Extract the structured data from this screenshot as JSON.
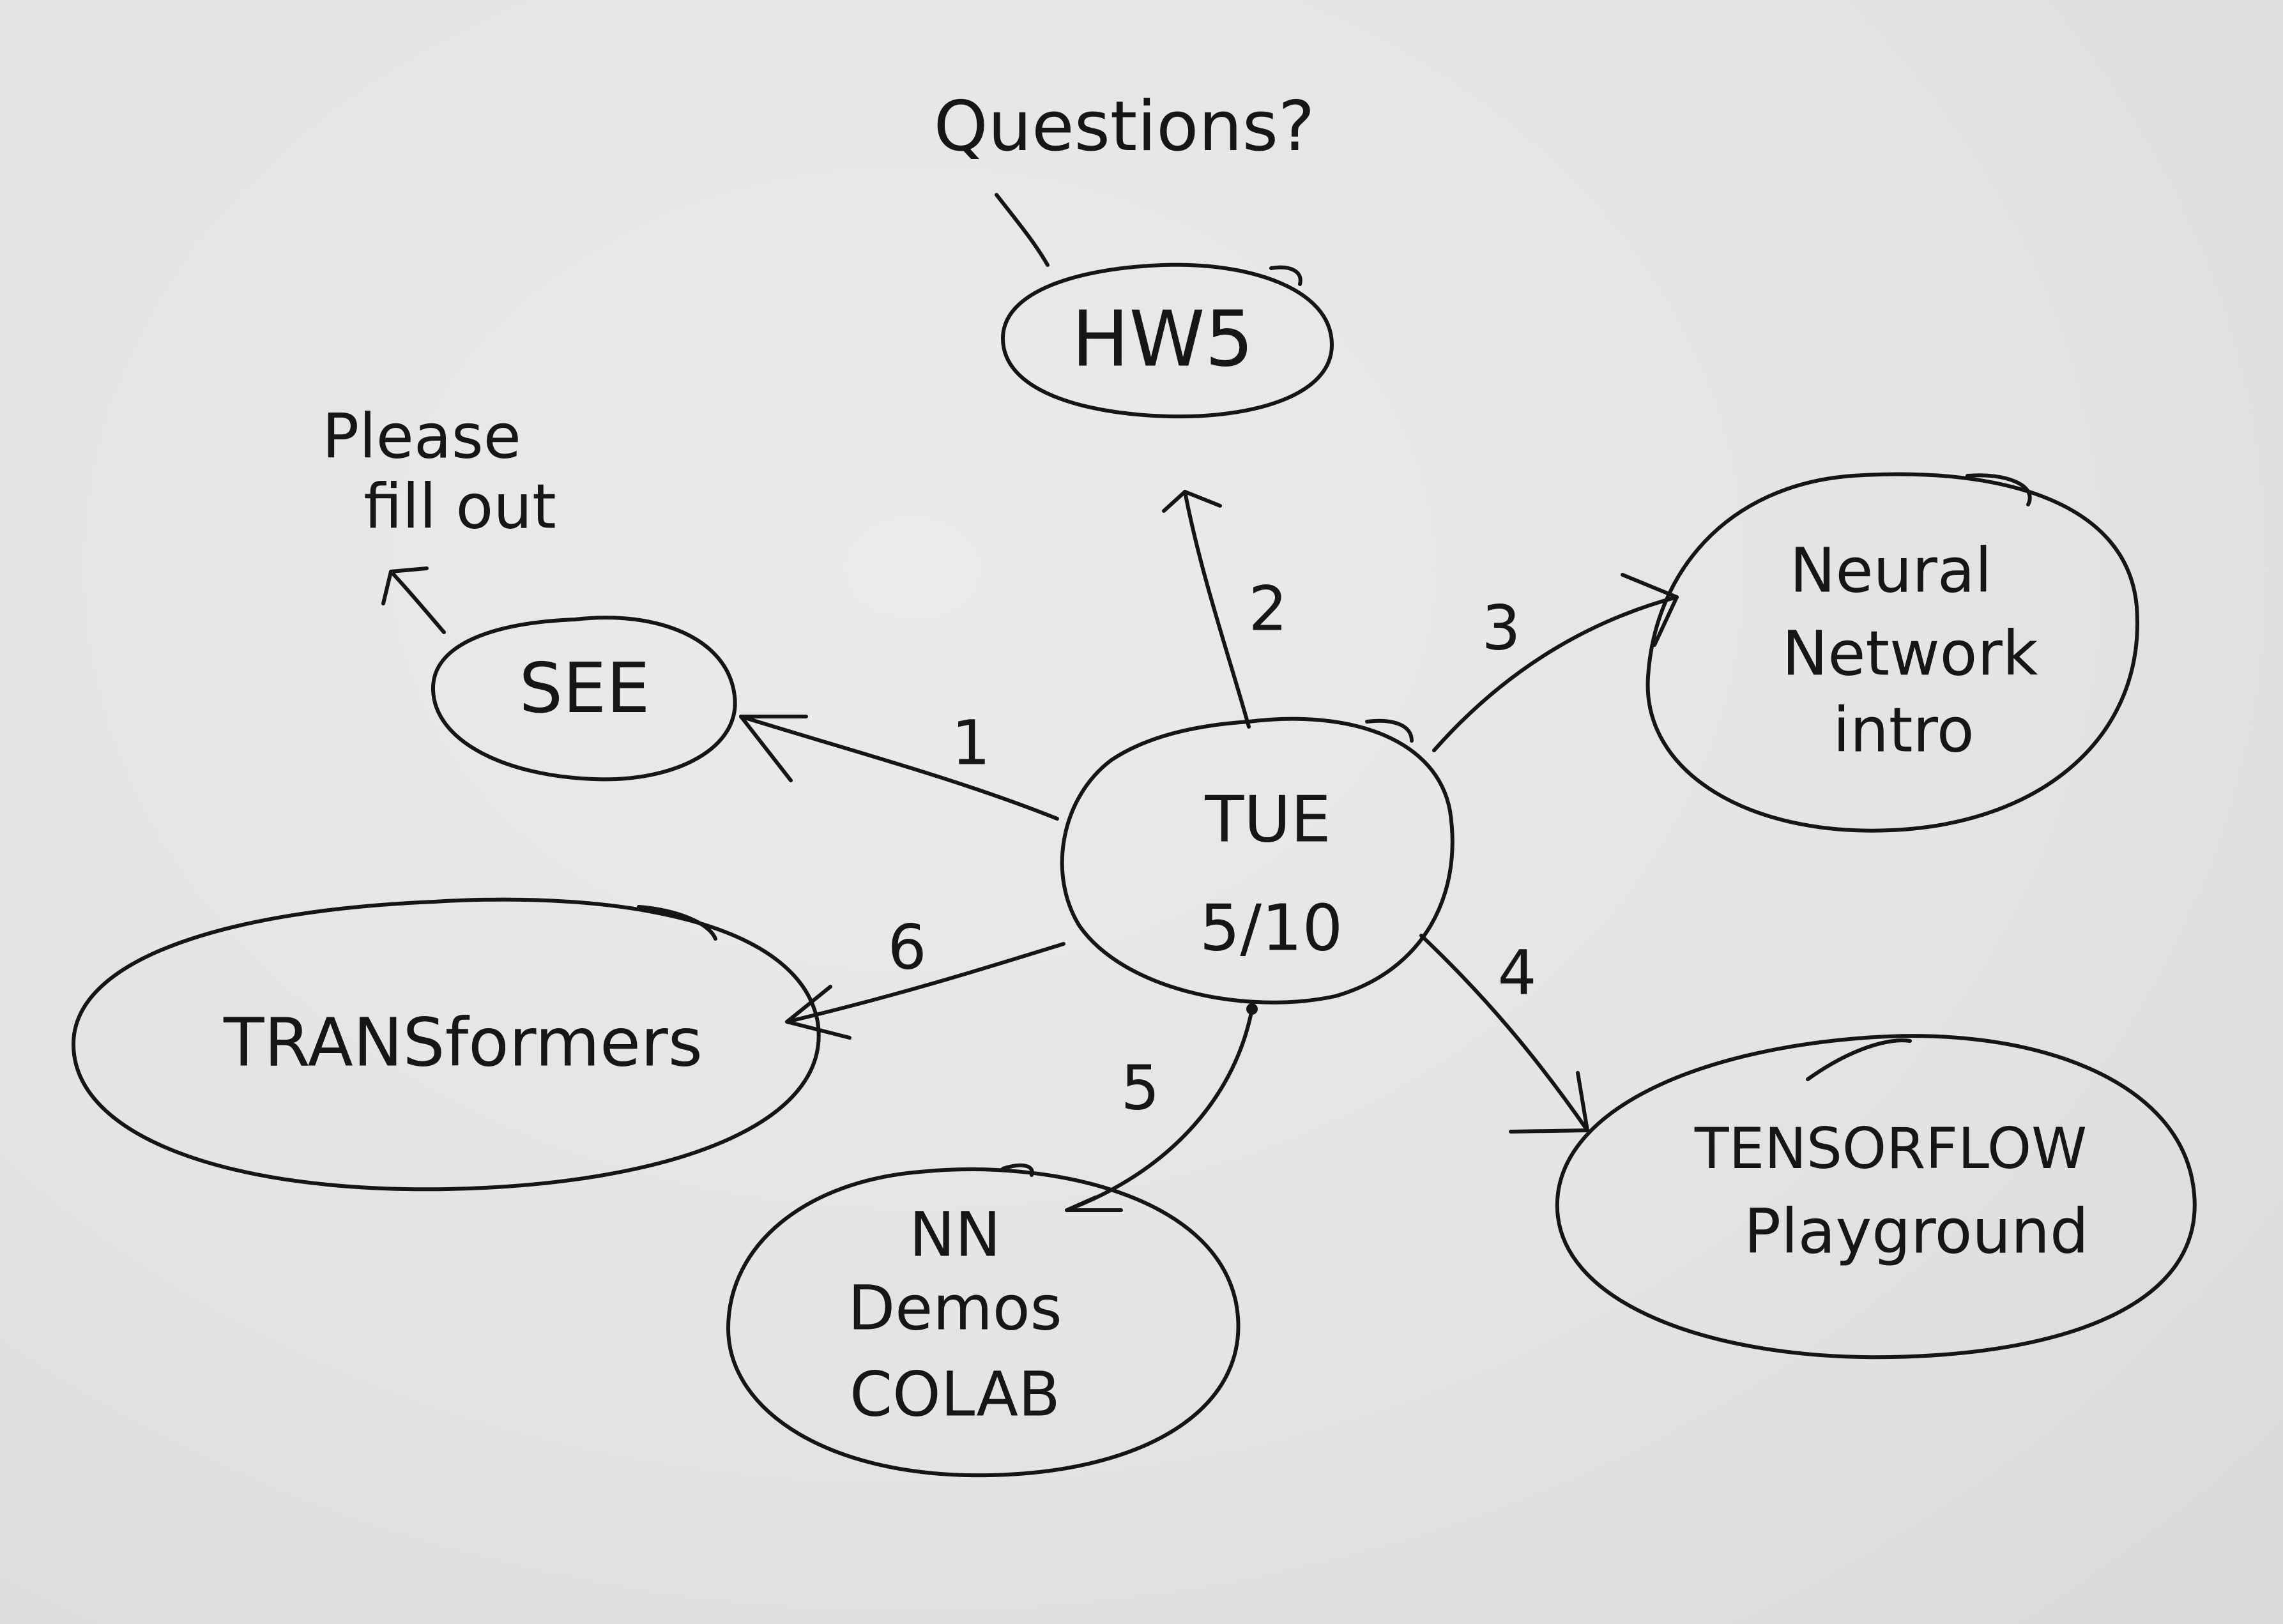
{
  "center": {
    "line1": "TUE",
    "line2": "5/10"
  },
  "branches": [
    {
      "number": "1",
      "node_text": "SEE",
      "note_line1": "Please",
      "note_line2": "fill out"
    },
    {
      "number": "2",
      "node_text": "HW5",
      "note_line1": "Questions?"
    },
    {
      "number": "3",
      "node_line1": "Neural",
      "node_line2": "Network",
      "node_line3": "intro"
    },
    {
      "number": "4",
      "node_line1": "TENSORFLOW",
      "node_line2": "Playground"
    },
    {
      "number": "5",
      "node_line1": "NN",
      "node_line2": "Demos",
      "node_line3": "COLAB"
    },
    {
      "number": "6",
      "node_text": "TRANSformers"
    }
  ]
}
